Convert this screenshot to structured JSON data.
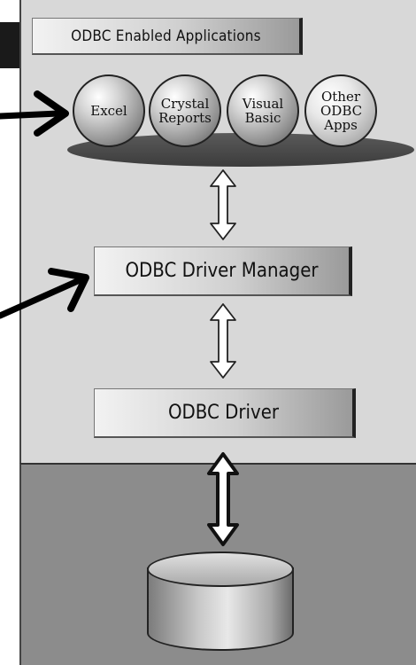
{
  "header": {
    "label": "ODBC Enabled Applications"
  },
  "applications": [
    {
      "label": "Excel"
    },
    {
      "label": "Crystal Reports"
    },
    {
      "label": "Visual Basic"
    },
    {
      "label": "Other ODBC Apps"
    }
  ],
  "driver_manager": {
    "label": "ODBC Driver Manager"
  },
  "driver": {
    "label": "ODBC Driver"
  },
  "datastore": {
    "icon": "database-cylinder-icon"
  },
  "colors": {
    "panel_top": "#d8d8d8",
    "panel_bottom": "#8c8c8c",
    "arrow": "#000000"
  }
}
